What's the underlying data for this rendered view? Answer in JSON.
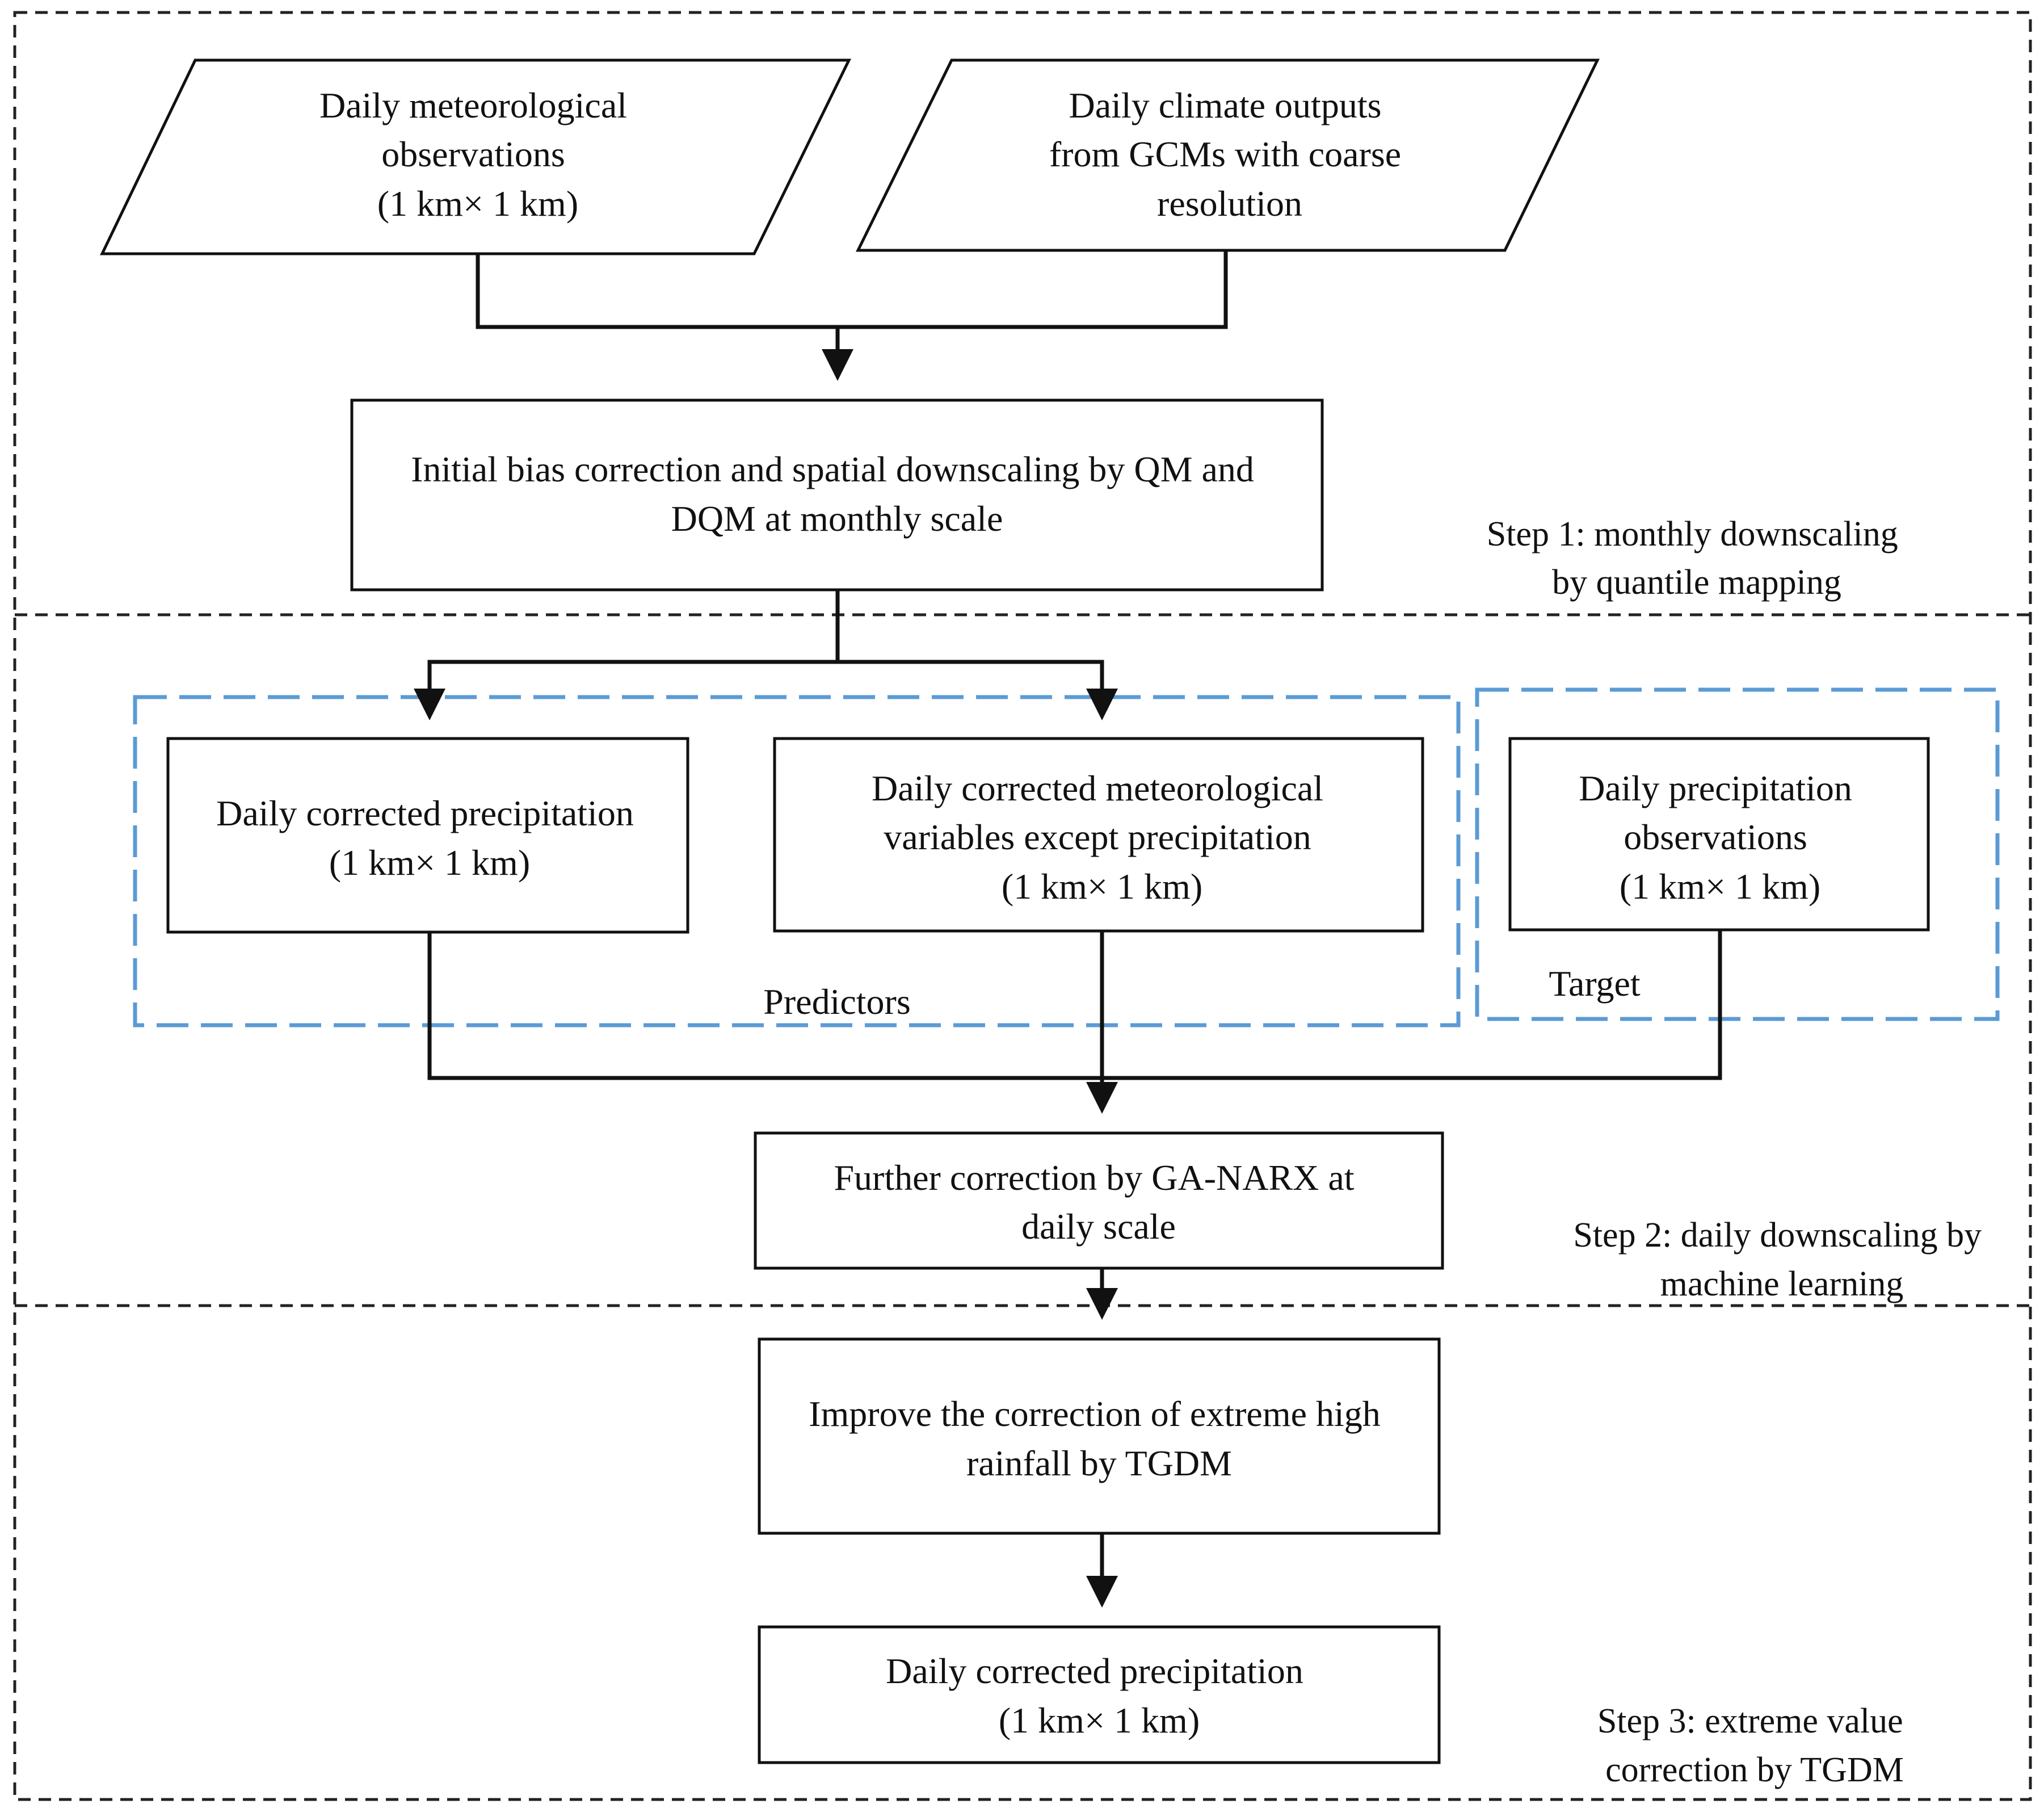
{
  "colors": {
    "stroke": "#111111",
    "group_border": "#5b9bd5",
    "section_border": "#222222",
    "background": "#ffffff"
  },
  "inputs": {
    "observations": [
      "Daily meteorological",
      "observations",
      "(1 km× 1 km)"
    ],
    "gcm": [
      "Daily climate outputs",
      "from GCMs with coarse",
      "resolution"
    ]
  },
  "process": {
    "initial_correction": [
      "Initial bias correction and spatial downscaling by QM and",
      "DQM at monthly scale"
    ],
    "corrected_precip": [
      "Daily corrected precipitation",
      "(1 km× 1 km)"
    ],
    "corrected_vars": [
      "Daily corrected meteorological",
      "variables except precipitation",
      "(1 km× 1 km)"
    ],
    "precip_obs": [
      "Daily precipitation",
      "observations",
      "(1 km× 1 km)"
    ],
    "further_correction": [
      "Further correction by GA-NARX at",
      "daily scale"
    ],
    "improve_correction": [
      "Improve the correction of extreme high",
      "rainfall by TGDM"
    ],
    "final_output": [
      "Daily corrected precipitation",
      "(1 km× 1 km)"
    ]
  },
  "groups": {
    "predictors": "Predictors",
    "target": "Target"
  },
  "steps": {
    "step1": [
      "Step 1: monthly downscaling",
      "by quantile  mapping"
    ],
    "step2": [
      "Step 2: daily downscaling by",
      "machine learning"
    ],
    "step3": [
      "Step 3: extreme value",
      "correction by TGDM"
    ]
  }
}
